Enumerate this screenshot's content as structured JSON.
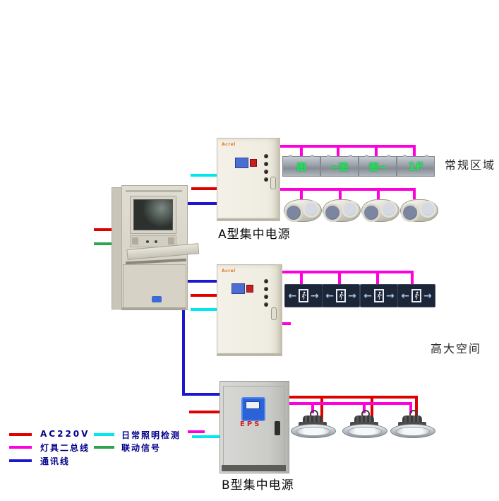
{
  "legend": {
    "items": [
      {
        "label": "AC220V",
        "color": "#e00000"
      },
      {
        "label": "灯具二总线",
        "color": "#ff00dd"
      },
      {
        "label": "通讯线",
        "color": "#1c16d0"
      },
      {
        "label": "日常照明检测",
        "color": "#00e8ee"
      },
      {
        "label": "联动信号",
        "color": "#2fa44f"
      }
    ]
  },
  "area_labels": {
    "regular_area": "常规区域",
    "tall_space": "高大空间"
  },
  "cabinet_a": {
    "label": "A型集中电源",
    "brand": "Acrel"
  },
  "cabinet_middle": {
    "brand": "Acrel"
  },
  "cabinet_b": {
    "label": "B型集中电源",
    "panel_text": "EPS"
  },
  "exit_signs_row1": {
    "items": [
      {
        "glyph": "图"
      },
      {
        "glyph": "←图"
      },
      {
        "glyph": "图→"
      },
      {
        "glyph": "1F"
      }
    ]
  },
  "exit_signs_row2": {
    "arrow_left": "←",
    "arrow_right": "→"
  }
}
